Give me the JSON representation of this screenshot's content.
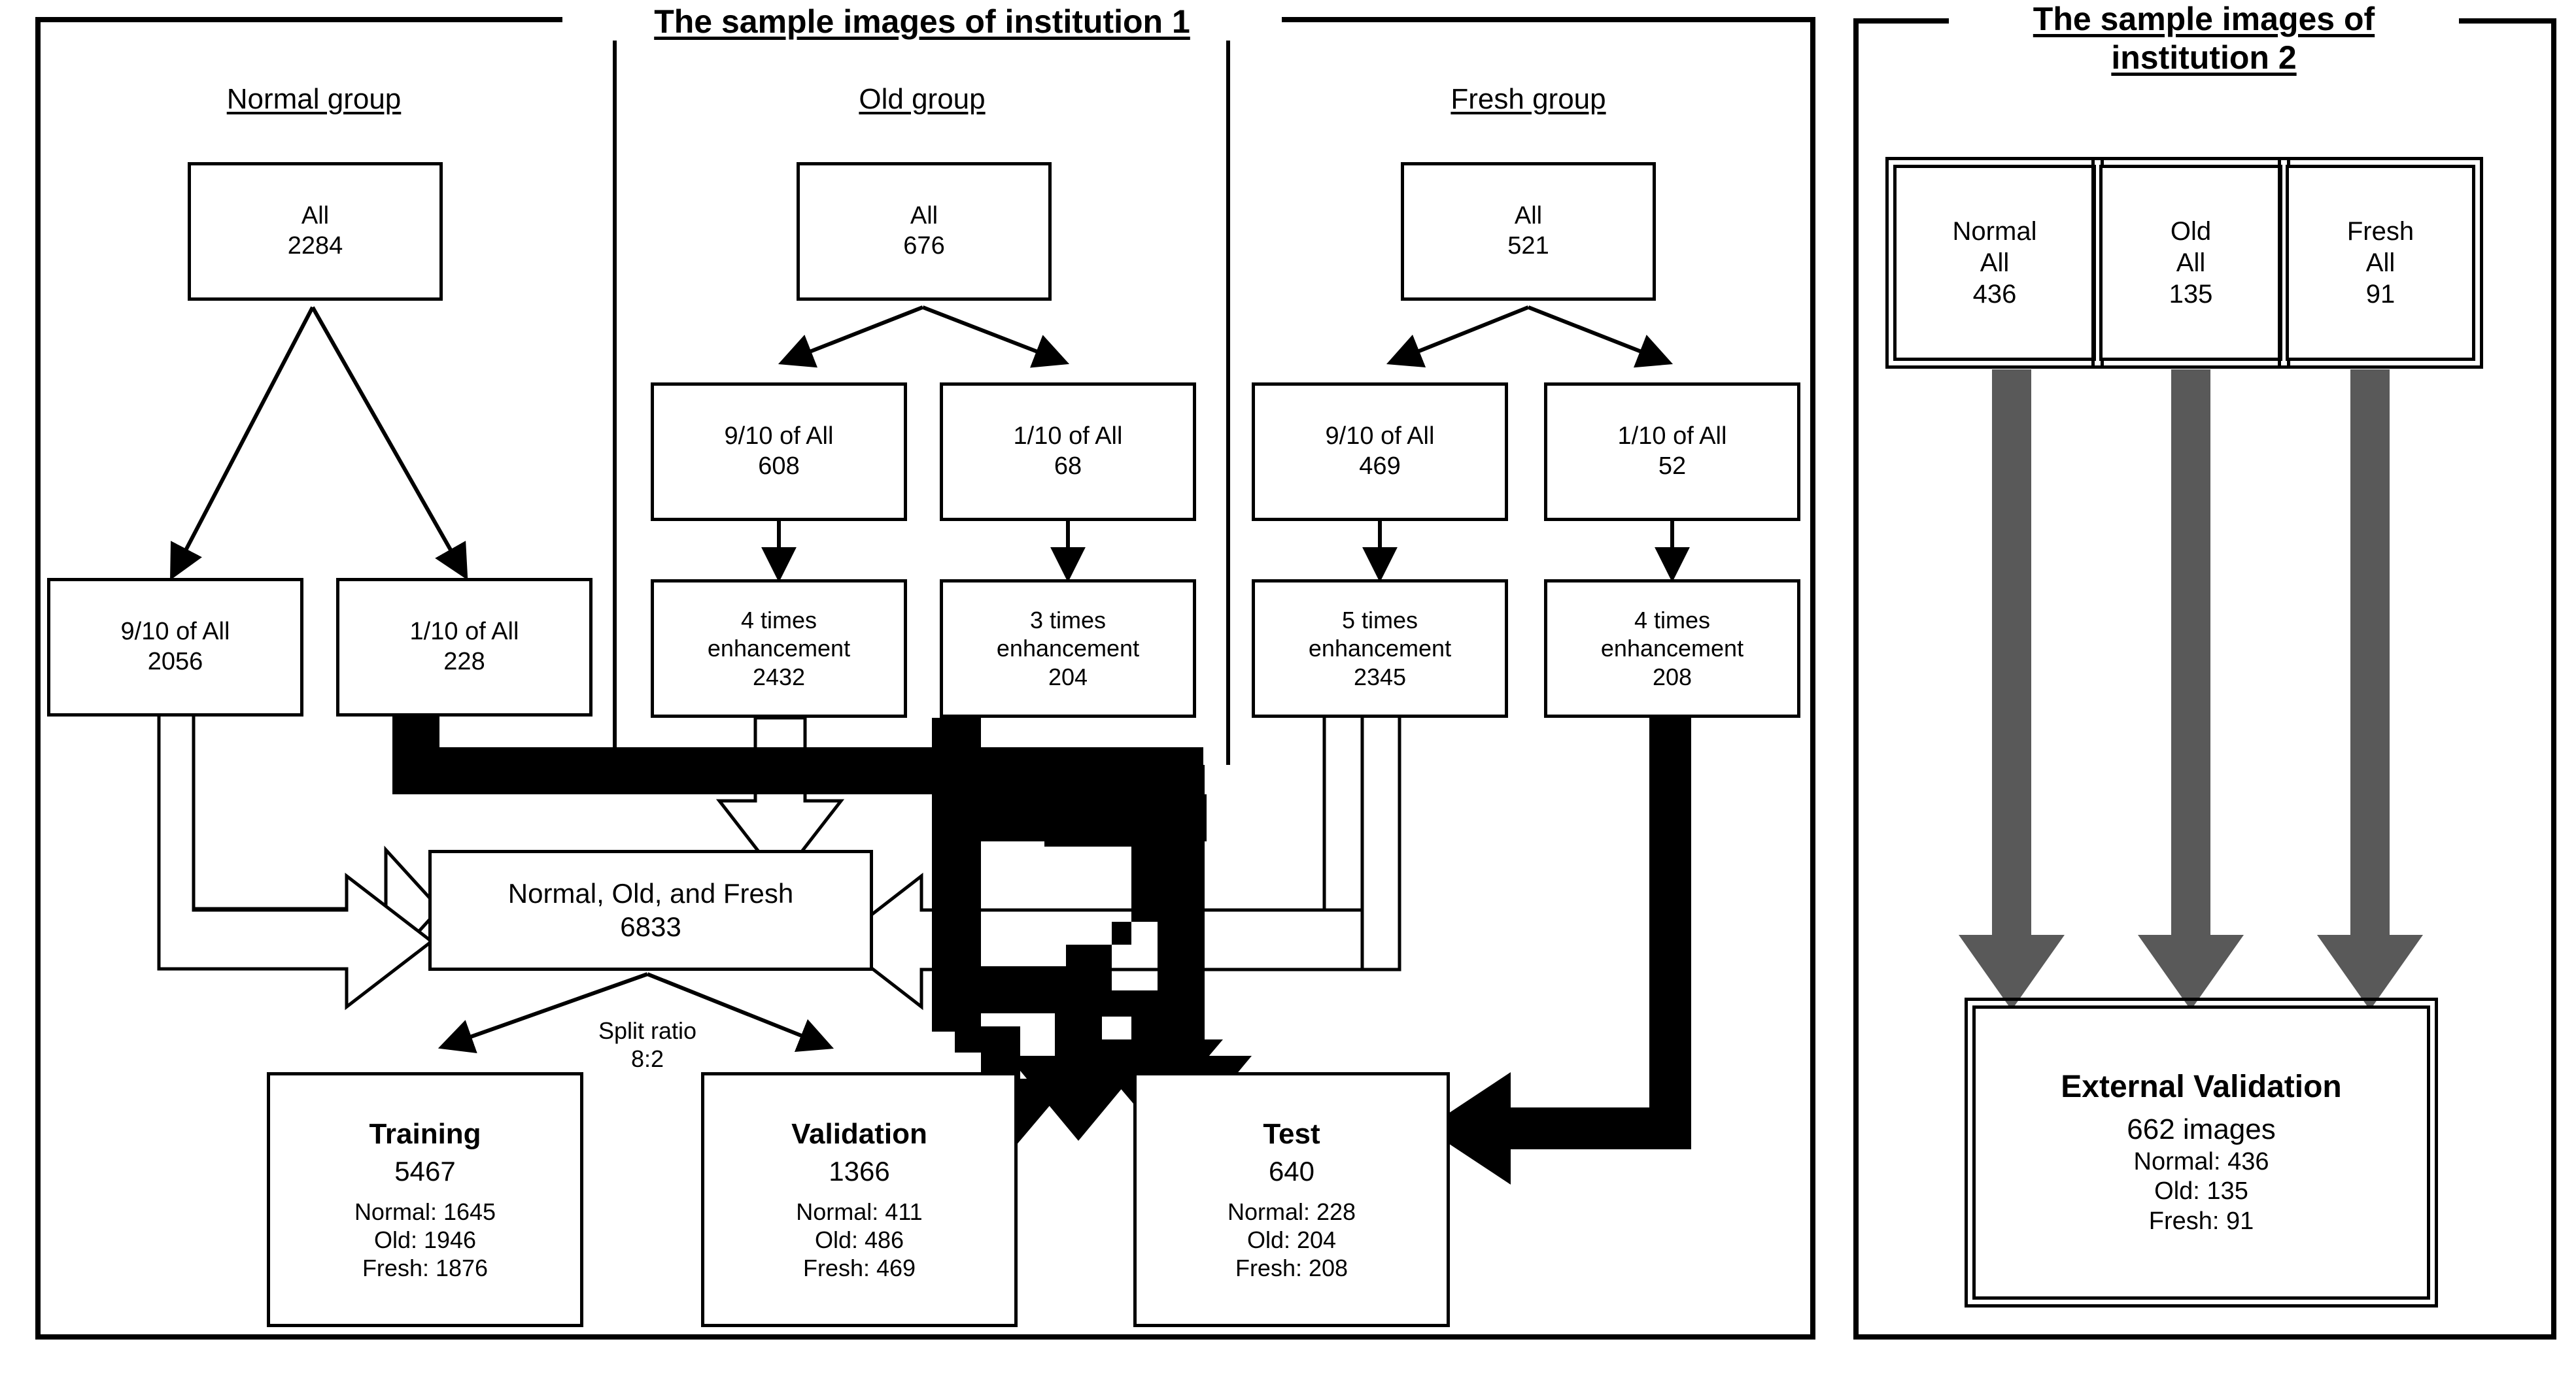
{
  "panels": {
    "left": {
      "title": "The sample images of institution 1"
    },
    "right": {
      "title": "The sample images of\ninstitution 2"
    }
  },
  "colors": {
    "stroke": "#000000",
    "grey_arrow": "#595959",
    "background": "#ffffff"
  },
  "institution1": {
    "groups": [
      {
        "title": "Normal group"
      },
      {
        "title": "Old group"
      },
      {
        "title": "Fresh group"
      }
    ],
    "boxes": {
      "normal_all": {
        "l1": "All",
        "l2": "2284"
      },
      "normal_train": {
        "l1": "9/10 of All",
        "l2": "2056"
      },
      "normal_test": {
        "l1": "1/10 of All",
        "l2": "228"
      },
      "old_all": {
        "l1": "All",
        "l2": "676"
      },
      "old_train": {
        "l1": "9/10 of All",
        "l2": "608"
      },
      "old_test": {
        "l1": "1/10 of All",
        "l2": "68"
      },
      "old_train_enh": {
        "l1": "4 times",
        "l2": "enhancement",
        "l3": "2432"
      },
      "old_test_enh": {
        "l1": "3 times",
        "l2": "enhancement",
        "l3": "204"
      },
      "fresh_all": {
        "l1": "All",
        "l2": "521"
      },
      "fresh_train": {
        "l1": "9/10 of All",
        "l2": "469"
      },
      "fresh_test": {
        "l1": "1/10 of All",
        "l2": "52"
      },
      "fresh_train_enh": {
        "l1": "5 times",
        "l2": "enhancement",
        "l3": "2345"
      },
      "fresh_test_enh": {
        "l1": "4 times",
        "l2": "enhancement",
        "l3": "208"
      },
      "pooled": {
        "l1": "Normal, Old, and Fresh",
        "l2": "6833"
      },
      "training": {
        "title": "Training",
        "total": "5467",
        "normal": "Normal: 1645",
        "old": "Old: 1946",
        "fresh": "Fresh: 1876"
      },
      "validation": {
        "title": "Validation",
        "total": "1366",
        "normal": "Normal: 411",
        "old": "Old: 486",
        "fresh": "Fresh: 469"
      },
      "test": {
        "title": "Test",
        "total": "640",
        "normal": "Normal: 228",
        "old": "Old: 204",
        "fresh": "Fresh: 208"
      }
    },
    "split_label": {
      "l1": "Split ratio",
      "l2": "8:2"
    }
  },
  "institution2": {
    "boxes": {
      "normal": {
        "l1": "Normal",
        "l2": "All",
        "l3": "436"
      },
      "old": {
        "l1": "Old",
        "l2": "All",
        "l3": "135"
      },
      "fresh": {
        "l1": "Fresh",
        "l2": "All",
        "l3": "91"
      },
      "external": {
        "title": "External Validation",
        "total": "662 images",
        "normal": "Normal: 436",
        "old": "Old: 135",
        "fresh": "Fresh: 91"
      }
    }
  },
  "chart_data": {
    "type": "table",
    "title": "Dataset flow of institution 1 and institution 2",
    "institution1": {
      "Normal group": {
        "All": 2284,
        "9/10 of All": 2056,
        "1/10 of All": 228
      },
      "Old group": {
        "All": 676,
        "9/10 of All": 608,
        "1/10 of All": 68,
        "train_enhancement": "4 times",
        "train_enhanced": 2432,
        "test_enhancement": "3 times",
        "test_enhanced": 204
      },
      "Fresh group": {
        "All": 521,
        "9/10 of All": 469,
        "1/10 of All": 52,
        "train_enhancement": "5 times",
        "train_enhanced": 2345,
        "test_enhancement": "4 times",
        "test_enhanced": 208
      },
      "pooled": {
        "label": "Normal, Old, and Fresh",
        "total": 6833
      },
      "split_ratio": "8:2",
      "Training": {
        "total": 5467,
        "Normal": 1645,
        "Old": 1946,
        "Fresh": 1876
      },
      "Validation": {
        "total": 1366,
        "Normal": 411,
        "Old": 486,
        "Fresh": 469
      },
      "Test": {
        "total": 640,
        "Normal": 228,
        "Old": 204,
        "Fresh": 208
      }
    },
    "institution2": {
      "Normal All": 436,
      "Old All": 135,
      "Fresh All": 91,
      "External Validation": {
        "total": 662,
        "Normal": 436,
        "Old": 135,
        "Fresh": 91
      }
    }
  }
}
